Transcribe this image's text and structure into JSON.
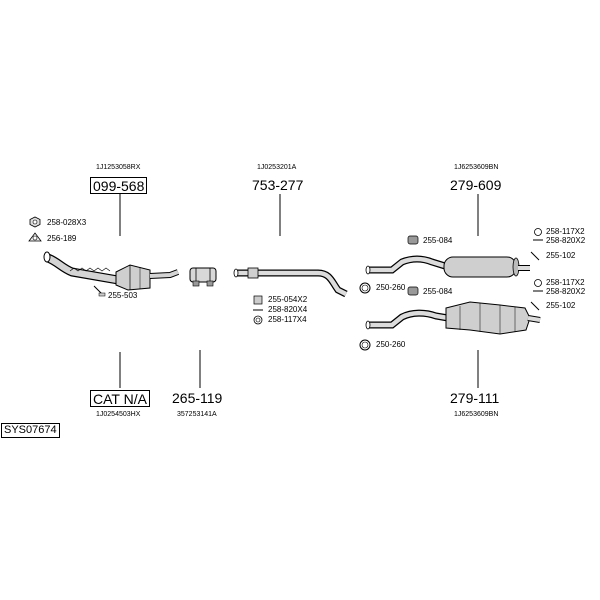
{
  "system_code": "SYS07674",
  "groups": {
    "catalyst_pipe": {
      "oem": "1J1253058RX",
      "part": "099-568"
    },
    "middle_pipe": {
      "oem": "1J0253201A",
      "part": "753-277"
    },
    "rear_a": {
      "oem": "1J6253609BN",
      "part": "279-609"
    },
    "catalyst": {
      "oem": "1J0254503HX",
      "part": "CAT N/A"
    },
    "clamp": {
      "oem": "357253141A",
      "part": "265-119"
    },
    "rear_b": {
      "oem": "1J6253609BN",
      "part": "279-111"
    }
  },
  "accessories": {
    "front_nut": "258-028X3",
    "front_gasket": "256-189",
    "front_hanger": "255-503",
    "mid_clamp": "255-054X2",
    "mid_bolt": "258-820X4",
    "mid_spring": "258-117X4",
    "ra_rubber": "255-084",
    "ra_ring": "250-260",
    "ra_spring": "258-117X2",
    "ra_bolt": "258-820X2",
    "ra_hanger": "255-102",
    "rb_rubber": "255-084",
    "rb_ring": "250-260",
    "rb_spring": "258-117X2",
    "rb_bolt": "258-820X2",
    "rb_hanger": "255-102"
  },
  "colors": {
    "line": "#000000",
    "part_fill": "#cfcfcf",
    "background": "#ffffff"
  }
}
